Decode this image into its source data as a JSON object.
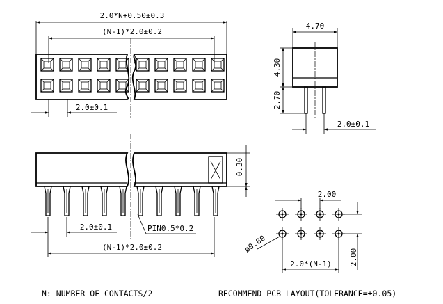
{
  "top_view": {
    "overall_dim": "2.0*N+0.50±0.3",
    "pitch_span_dim": "(N-1)*2.0±0.2",
    "pitch_dim": "2.0±0.1"
  },
  "side_view": {
    "width_dim": "4.70",
    "height_dim": "4.30",
    "pin_length_dim": "2.70",
    "pin_spacing_dim": "2.0±0.1"
  },
  "front_view": {
    "recess_dim": "0.30",
    "pitch_dim": "2.0±0.1",
    "pin_dim": "PIN0.5*0.2",
    "pitch_span_dim": "(N-1)*2.0±0.2"
  },
  "pcb_layout": {
    "pitch_dim": "2.00",
    "hole_dim": "ø0.80",
    "span_dim": "2.0*(N-1)",
    "row_pitch_dim": "2.00"
  },
  "notes": {
    "contacts_note": "N: NUMBER OF CONTACTS/2",
    "pcb_note": "RECOMMEND PCB LAYOUT(TOLERANCE=±0.05)"
  }
}
